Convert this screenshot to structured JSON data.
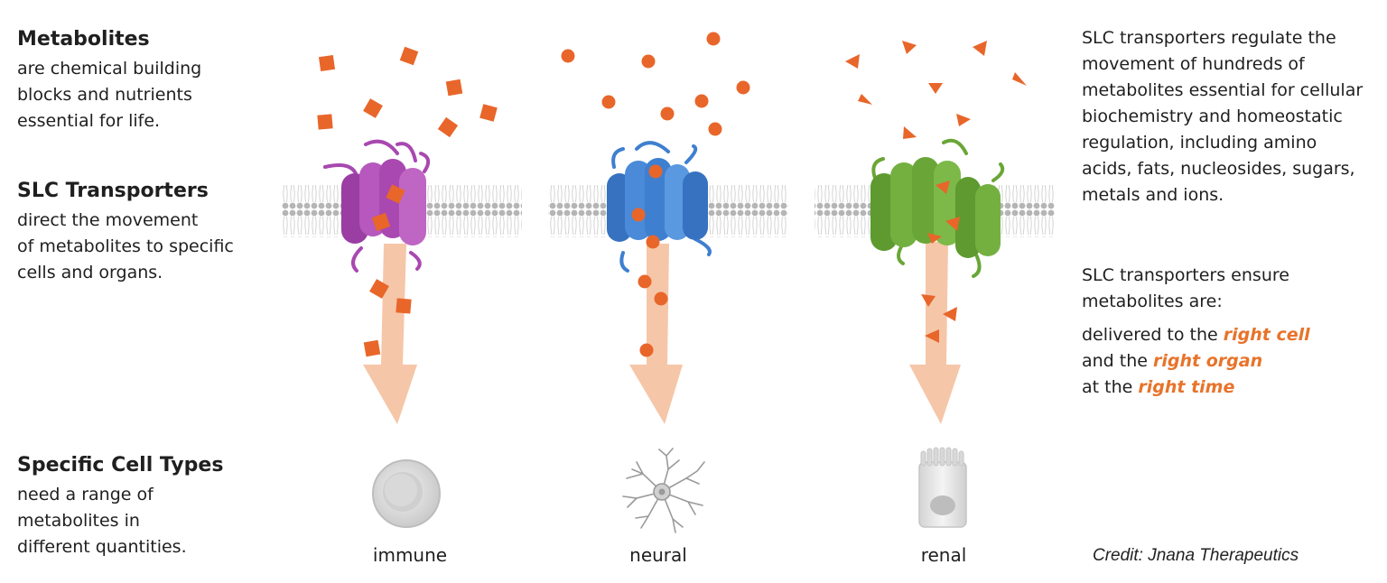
{
  "left": {
    "metabolites": {
      "heading": "Metabolites",
      "body": "are chemical building\nblocks and nutrients\nessential for life."
    },
    "transporters": {
      "heading": "SLC Transporters",
      "body": "direct the movement\nof metabolites to specific\ncells and organs."
    },
    "cells": {
      "heading": "Specific Cell Types",
      "body": "need a range of\nmetabolites in\ndifferent quantities."
    }
  },
  "right": {
    "para1": "SLC transporters regulate the movement of hundreds of metabolites essential for cellular biochemistry and homeostatic regulation, including amino acids, fats, nucleosides, sugars, metals and ions.",
    "para2": "SLC transporters ensure metabolites are:",
    "lines": [
      {
        "prefix": "delivered to the ",
        "emphasis": "right cell"
      },
      {
        "prefix": "and the ",
        "emphasis": "right organ"
      },
      {
        "prefix": "at the ",
        "emphasis": "right time"
      }
    ]
  },
  "cell_types": [
    "immune",
    "neural",
    "renal"
  ],
  "credit": "Credit: Jnana Therapeutics",
  "colors": {
    "accent": "#e8732a",
    "metabolite": "#e8662a",
    "arrow": "#f6c6a8",
    "membrane": "#b8b8b8",
    "transporter_immune": "#a848b0",
    "transporter_neural": "#3f7fcf",
    "transporter_renal": "#6aa637"
  }
}
